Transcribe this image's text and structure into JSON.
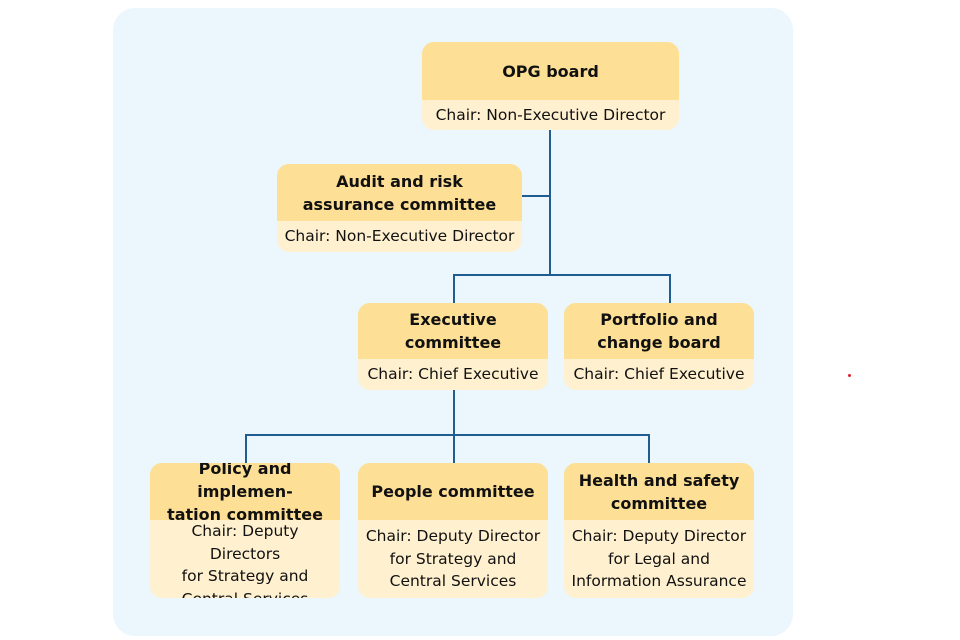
{
  "diagram": {
    "title": "OPG governance structure",
    "colors": {
      "background_panel": "#ebf6fd",
      "node_header": "#fddf95",
      "node_body": "#fff0cf",
      "connector": "#1f5c8f"
    },
    "nodes": [
      {
        "id": "opg-board",
        "name": "OPG board",
        "chair": "Chair: Non-Executive Director",
        "parent": null
      },
      {
        "id": "audit-risk",
        "name": "Audit and risk assurance committee",
        "name_lines": [
          "Audit and risk",
          "assurance committee"
        ],
        "chair": "Chair: Non-Executive Director",
        "parent": "opg-board"
      },
      {
        "id": "executive",
        "name": "Executive committee",
        "name_lines": [
          "Executive",
          "committee"
        ],
        "chair": "Chair: Chief Executive",
        "parent": "opg-board"
      },
      {
        "id": "portfolio",
        "name": "Portfolio and change board",
        "name_lines": [
          "Portfolio and",
          "change board"
        ],
        "chair": "Chair: Chief Executive",
        "parent": "opg-board"
      },
      {
        "id": "policy",
        "name": "Policy and implementation committee",
        "name_lines": [
          "Policy and implemen-",
          "tation committee"
        ],
        "chair": "Chair: Deputy Directors for Strategy and Central Services",
        "chair_lines": [
          "Chair: Deputy Directors",
          "for Strategy and",
          "Central Services"
        ],
        "parent": "executive"
      },
      {
        "id": "people",
        "name": "People committee",
        "name_lines": [
          "People committee"
        ],
        "chair": "Chair: Deputy Director for Strategy and Central Services",
        "chair_lines": [
          "Chair: Deputy Director",
          "for Strategy and",
          "Central Services"
        ],
        "parent": "executive"
      },
      {
        "id": "health-safety",
        "name": "Health and safety committee",
        "name_lines": [
          "Health and safety",
          "committee"
        ],
        "chair": "Chair: Deputy Director for Legal and Information Assurance",
        "chair_lines": [
          "Chair: Deputy Director",
          "for Legal and",
          "Information Assurance"
        ],
        "parent": "executive"
      }
    ],
    "edges": [
      {
        "from": "opg-board",
        "to": "audit-risk"
      },
      {
        "from": "opg-board",
        "to": "executive"
      },
      {
        "from": "opg-board",
        "to": "portfolio"
      },
      {
        "from": "executive",
        "to": "policy"
      },
      {
        "from": "executive",
        "to": "people"
      },
      {
        "from": "executive",
        "to": "health-safety"
      }
    ],
    "labels": {
      "opg_name": "OPG board",
      "opg_chair": "Chair: Non-Executive Director",
      "audit_name": "Audit and risk\nassurance committee",
      "audit_chair": "Chair: Non-Executive Director",
      "exec_name": "Executive\ncommittee",
      "exec_chair": "Chair: Chief Executive",
      "portfolio_name": "Portfolio and\nchange board",
      "portfolio_chair": "Chair: Chief Executive",
      "policy_name": "Policy and implemen-\ntation committee",
      "policy_chair": "Chair: Deputy Directors\nfor Strategy and\nCentral Services",
      "people_name": "People committee",
      "people_chair": "Chair: Deputy Director\nfor Strategy and\nCentral Services",
      "health_name": "Health and safety\ncommittee",
      "health_chair": "Chair: Deputy Director\nfor Legal and\nInformation Assurance"
    }
  }
}
